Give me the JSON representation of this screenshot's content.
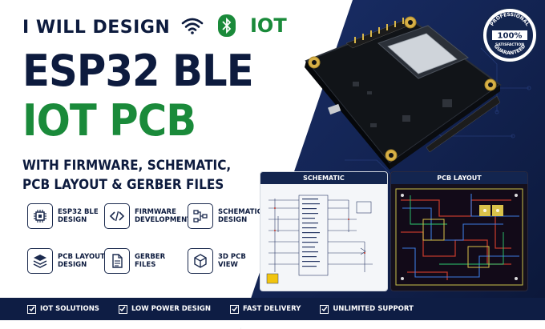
{
  "header": {
    "top_line": "I WILL DESIGN",
    "main_title": "ESP32 BLE",
    "sub_title": "IOT PCB",
    "desc_line1": "WITH FIRMWARE, SCHEMATIC,",
    "desc_line2": "PCB LAYOUT & GERBER FILES",
    "iot_label": "IOT",
    "icons": [
      "wifi-icon",
      "bluetooth-icon"
    ]
  },
  "badge": {
    "top_text": "PROFESSIONAL",
    "percent": "100%",
    "mid_text": "SATISFACTION",
    "bottom_text": "GUARANTEED"
  },
  "features": [
    {
      "label_line1": "ESP32 BLE",
      "label_line2": "DESIGN",
      "icon": "chip-icon"
    },
    {
      "label_line1": "FIRMWARE",
      "label_line2": "DEVELOPMENT",
      "icon": "code-icon"
    },
    {
      "label_line1": "SCHEMATIC",
      "label_line2": "DESIGN",
      "icon": "schematic-icon"
    },
    {
      "label_line1": "PCB LAYOUT",
      "label_line2": "DESIGN",
      "icon": "layers-icon"
    },
    {
      "label_line1": "GERBER",
      "label_line2": "FILES",
      "icon": "file-icon"
    },
    {
      "label_line1": "3D PCB",
      "label_line2": "VIEW",
      "icon": "cube-icon"
    }
  ],
  "panels": {
    "schematic_title": "SCHEMATIC",
    "layout_title": "PCB LAYOUT"
  },
  "footer": {
    "items": [
      "IOT SOLUTIONS",
      "LOW POWER DESIGN",
      "FAST DELIVERY",
      "UNLIMITED SUPPORT"
    ]
  },
  "colors": {
    "navy": "#0d1b3e",
    "green": "#1a8a3a",
    "footer_bg": "#0e1d44"
  }
}
